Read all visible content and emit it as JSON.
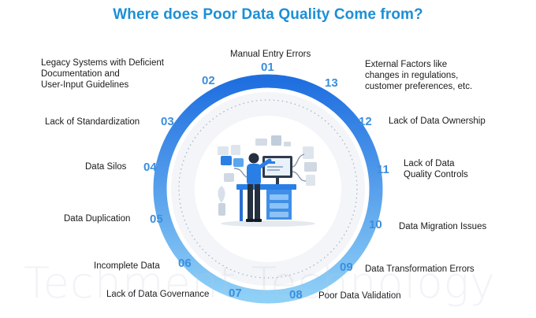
{
  "title": "Where does Poor Data Quality Come from?",
  "watermark": "Techment Technology",
  "colors": {
    "title": "#1b8fd6",
    "number": "#3b8ede",
    "ring_dark": "#1f6fe0",
    "ring_light": "#a9d8f8"
  },
  "items": [
    {
      "num": "01",
      "label": "Manual Entry Errors"
    },
    {
      "num": "02",
      "label_lines": [
        "Legacy Systems with Deficient",
        "Documentation and",
        "User-Input Guidelines"
      ]
    },
    {
      "num": "03",
      "label": "Lack of Standardization"
    },
    {
      "num": "04",
      "label": "Data Silos"
    },
    {
      "num": "05",
      "label": "Data Duplication"
    },
    {
      "num": "06",
      "label": "Incomplete Data"
    },
    {
      "num": "07",
      "label": "Lack of Data Governance"
    },
    {
      "num": "08",
      "label": "Poor Data Validation"
    },
    {
      "num": "09",
      "label": "Data Transformation Errors"
    },
    {
      "num": "10",
      "label": "Data Migration Issues"
    },
    {
      "num": "11",
      "label_lines": [
        "Lack of Data",
        "Quality Controls"
      ]
    },
    {
      "num": "12",
      "label": "Lack of Data Ownership"
    },
    {
      "num": "13",
      "label_lines": [
        "External Factors like",
        "changes in regulations,",
        "customer preferences, etc."
      ]
    }
  ]
}
